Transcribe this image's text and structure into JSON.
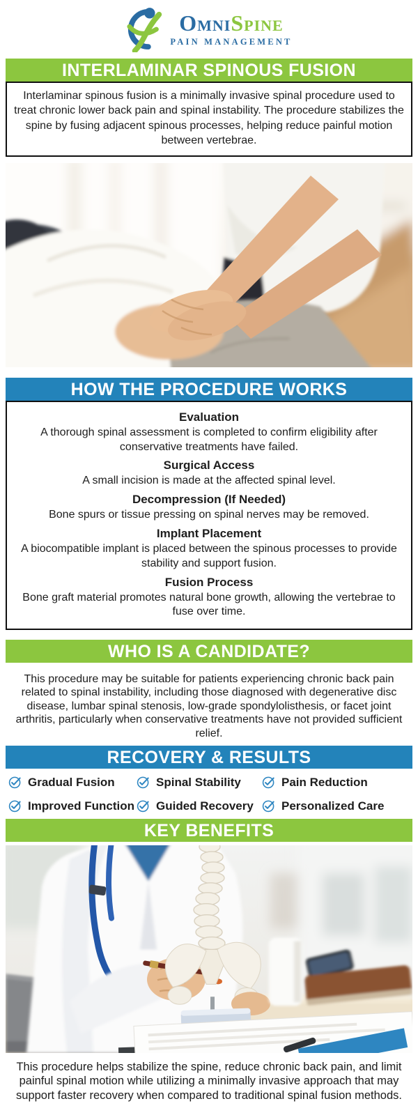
{
  "logo": {
    "brand_part1": "Omni",
    "brand_part2": "Spine",
    "tagline": "PAIN MANAGEMENT"
  },
  "colors": {
    "header_green": "#8cc63f",
    "header_blue": "#2383ba",
    "logo_blue": "#2a6ca3",
    "check_blue": "#2e86c1",
    "text": "#1d1d1d"
  },
  "icons": {
    "check": "check-circle-icon",
    "logo": "omnispine-figure-icon"
  },
  "sections": {
    "intro": {
      "title": "INTERLAMINAR SPINOUS FUSION",
      "body": "Interlaminar spinous fusion is a minimally invasive spinal procedure used to treat chronic lower back pain and spinal instability. The procedure stabilizes the spine by fusing adjacent spinous processes, helping reduce painful motion between vertebrae."
    },
    "how": {
      "title": "HOW THE PROCEDURE WORKS",
      "steps": [
        {
          "title": "Evaluation",
          "body": "A thorough spinal assessment is completed to confirm eligibility after conservative treatments have failed."
        },
        {
          "title": "Surgical Access",
          "body": "A small incision is made at the affected spinal level."
        },
        {
          "title": "Decompression (If Needed)",
          "body": "Bone spurs or tissue pressing on spinal nerves may be removed."
        },
        {
          "title": "Implant Placement",
          "body": "A biocompatible implant is placed between the spinous processes to provide stability and support fusion."
        },
        {
          "title": "Fusion Process",
          "body": "Bone graft material promotes natural bone growth, allowing the vertebrae to fuse over time."
        }
      ]
    },
    "candidate": {
      "title": "WHO IS A CANDIDATE?",
      "body": "This procedure may be suitable for patients experiencing chronic back pain related to spinal instability, including those diagnosed with degenerative disc disease, lumbar spinal stenosis, low-grade spondylolisthesis, or facet joint arthritis, particularly when conservative treatments have not provided sufficient relief."
    },
    "recovery": {
      "title": "RECOVERY & RESULTS",
      "items": [
        "Gradual Fusion",
        "Spinal Stability",
        "Pain Reduction",
        "Improved Function",
        "Guided Recovery",
        "Personalized Care"
      ]
    },
    "benefits": {
      "title": "KEY BENEFITS",
      "body": "This procedure helps stabilize the spine, reduce chronic back pain, and limit painful spinal motion while utilizing a minimally invasive approach that may support faster recovery when compared to traditional spinal fusion methods."
    }
  }
}
